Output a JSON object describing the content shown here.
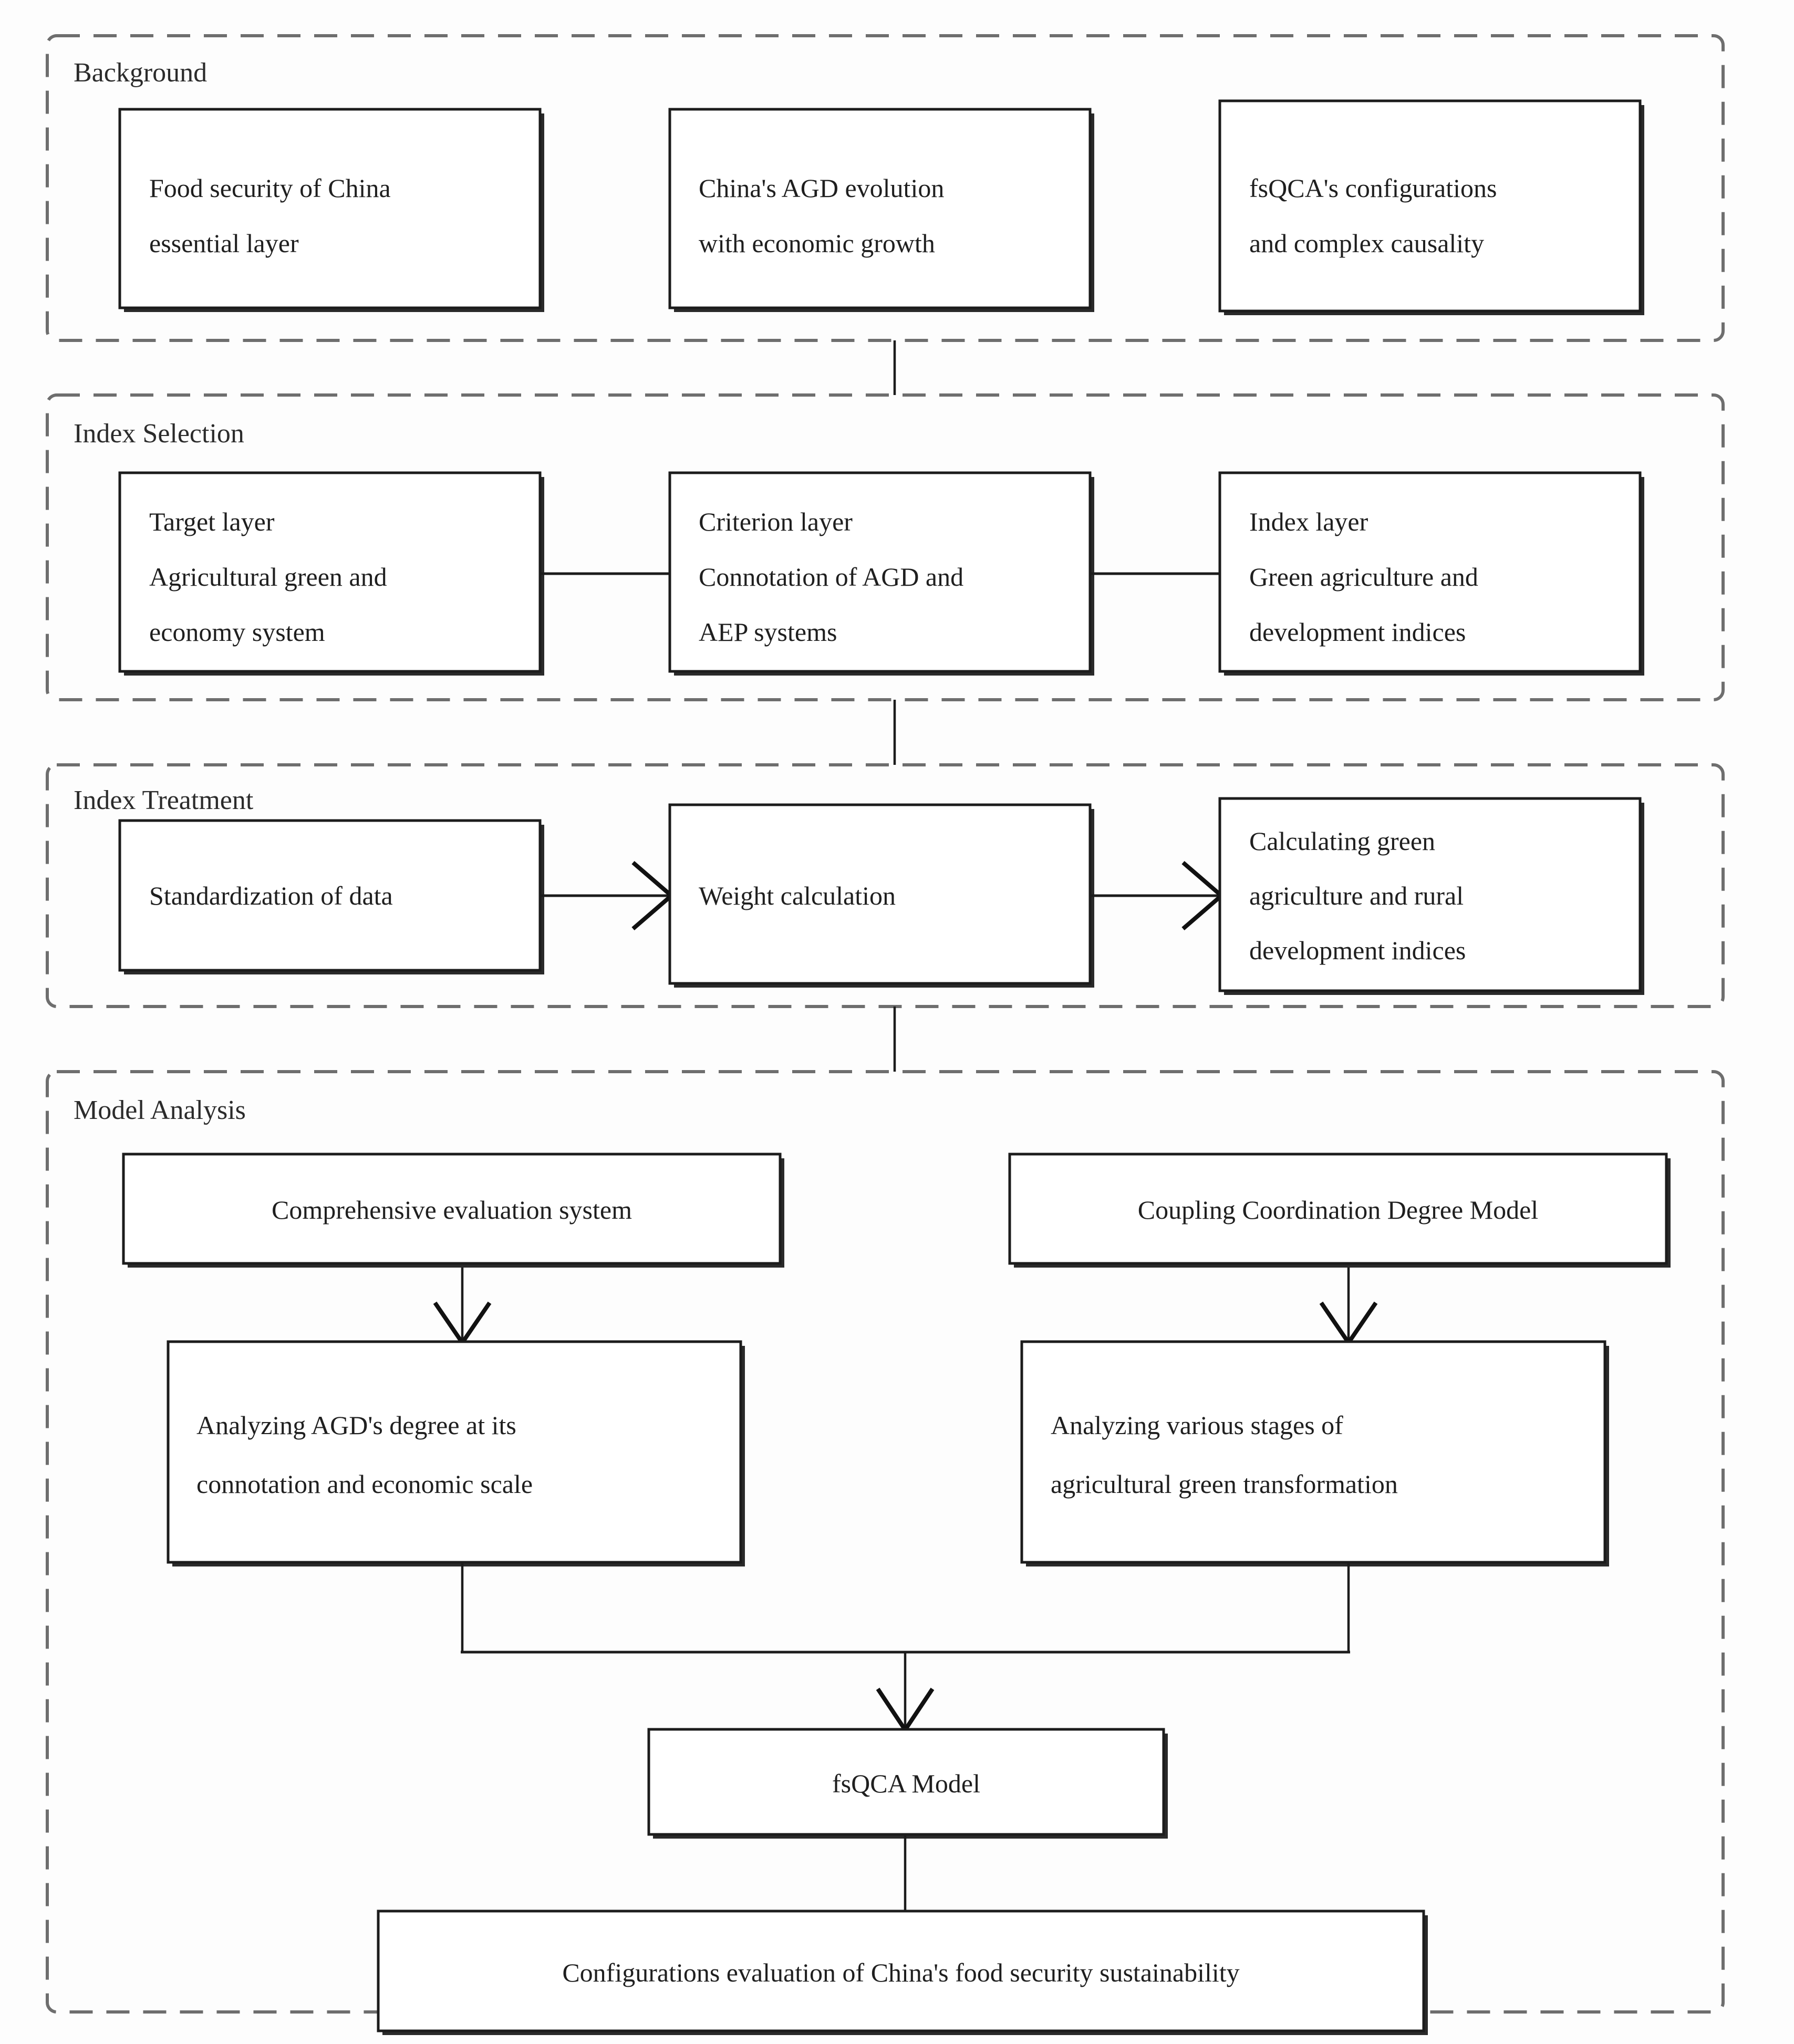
{
  "diagram": {
    "title": "Research framework flowchart",
    "colors": {
      "group_border": "#6e6e6e",
      "node_border": "#1c1c1c",
      "node_fill": "#ffffff",
      "text": "#1f1f1f",
      "canvas": "#fdfdfd"
    }
  },
  "groups": [
    {
      "id": "background",
      "label": "Background"
    },
    {
      "id": "index_selection",
      "label": "Index Selection"
    },
    {
      "id": "index_treatment",
      "label": "Index Treatment"
    },
    {
      "id": "model_analysis",
      "label": "Model Analysis"
    }
  ],
  "nodes": {
    "bg_food_security": {
      "lines": [
        "Food security of China",
        "essential layer"
      ],
      "align": "left"
    },
    "bg_agd_evolution": {
      "lines": [
        "China's AGD evolution",
        "with economic growth"
      ],
      "align": "left"
    },
    "bg_fsqca": {
      "lines": [
        "fsQCA's configurations",
        "and complex causality"
      ],
      "align": "left"
    },
    "is_target_layer": {
      "lines": [
        "Target layer",
        "Agricultural green and",
        "economy system"
      ],
      "align": "left"
    },
    "is_criterion_layer": {
      "lines": [
        "Criterion layer",
        "Connotation of AGD and",
        "AEP systems"
      ],
      "align": "left"
    },
    "is_index_layer": {
      "lines": [
        "Index layer",
        "Green agriculture and",
        "development indices"
      ],
      "align": "left"
    },
    "it_standardization": {
      "lines": [
        "Standardization of data"
      ],
      "align": "left"
    },
    "it_weight": {
      "lines": [
        "Weight calculation"
      ],
      "align": "left"
    },
    "it_calculating": {
      "lines": [
        "Calculating green",
        "agriculture and rural",
        "development indices"
      ],
      "align": "left"
    },
    "ma_comprehensive": {
      "lines": [
        "Comprehensive evaluation system"
      ],
      "align": "center"
    },
    "ma_coupling": {
      "lines": [
        "Coupling Coordination Degree Model"
      ],
      "align": "center"
    },
    "ma_analyzing_agd": {
      "lines": [
        "Analyzing AGD's degree at its",
        "connotation and economic scale"
      ],
      "align": "left"
    },
    "ma_analyzing_stages": {
      "lines": [
        "Analyzing various stages of",
        "agricultural green transformation"
      ],
      "align": "left"
    },
    "ma_fsqca_model": {
      "lines": [
        "fsQCA Model"
      ],
      "align": "center"
    },
    "ma_configurations": {
      "lines": [
        "Configurations evaluation of China's food security sustainability"
      ],
      "align": "center"
    }
  },
  "connections": [
    {
      "id": "background-to-index-selection",
      "type": "line",
      "arrow": false
    },
    {
      "id": "index-selection-to-index-treatment",
      "type": "line",
      "arrow": false
    },
    {
      "id": "index-treatment-to-model-analysis",
      "type": "line",
      "arrow": false
    },
    {
      "id": "target-to-criterion",
      "type": "line",
      "arrow": false
    },
    {
      "id": "criterion-to-index",
      "type": "line",
      "arrow": false
    },
    {
      "id": "standardization-to-weight",
      "type": "line",
      "arrow": true
    },
    {
      "id": "weight-to-calculating",
      "type": "line",
      "arrow": true
    },
    {
      "id": "comprehensive-to-analyzing-agd",
      "type": "line",
      "arrow": true
    },
    {
      "id": "coupling-to-analyzing-stages",
      "type": "line",
      "arrow": true
    },
    {
      "id": "merge-to-fsqca-model",
      "type": "elbow",
      "arrow": true
    },
    {
      "id": "fsqca-model-to-configurations",
      "type": "line",
      "arrow": false
    }
  ]
}
